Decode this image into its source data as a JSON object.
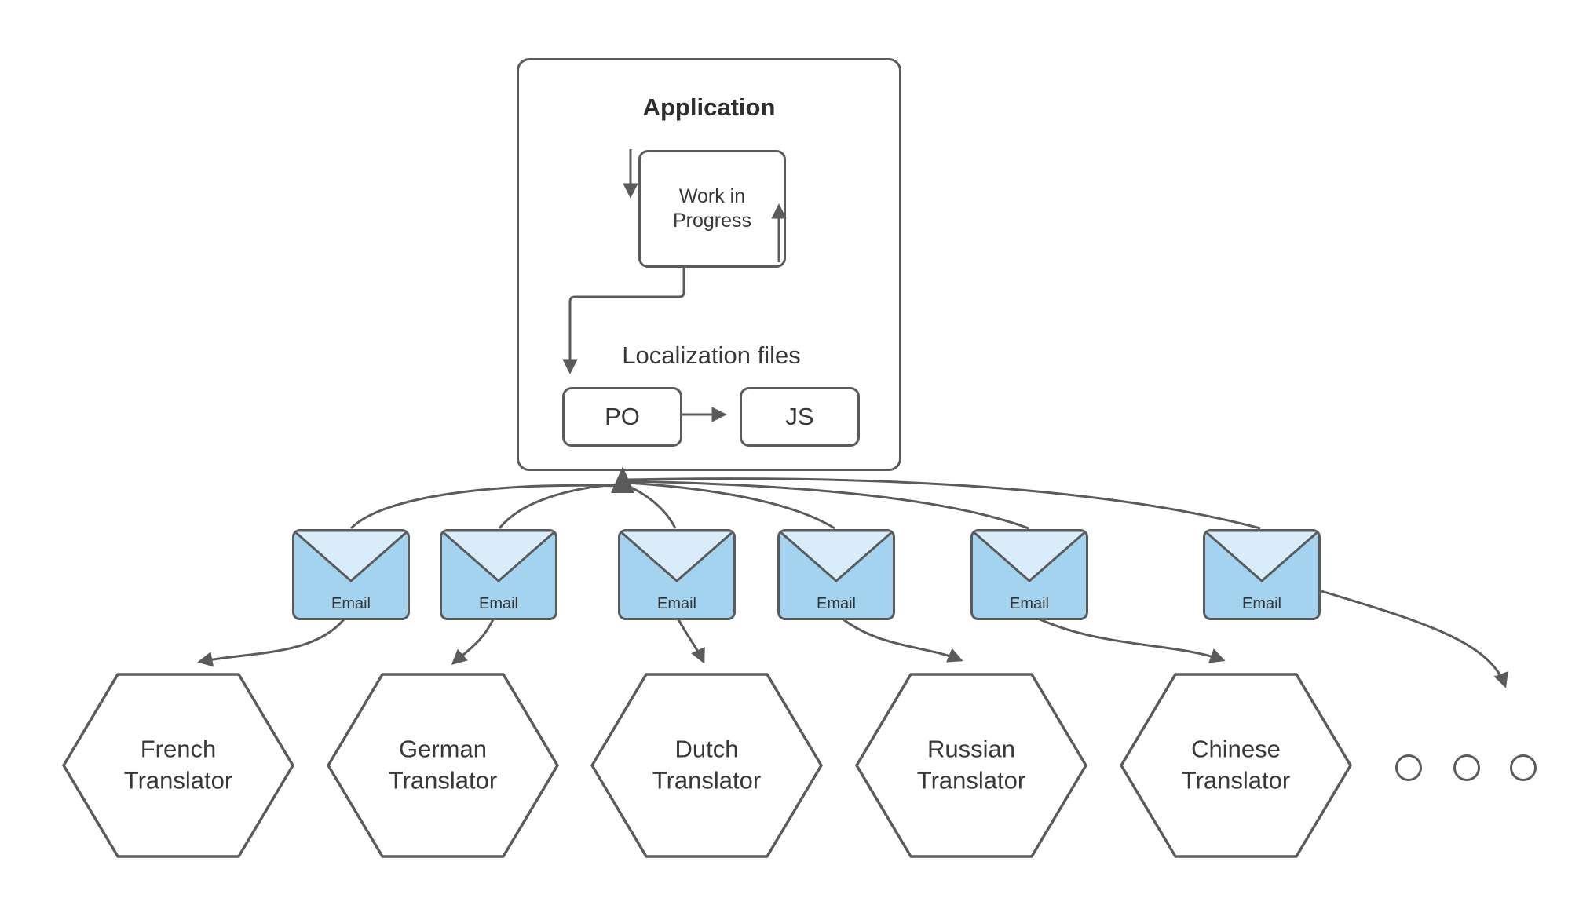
{
  "application": {
    "title": "Application",
    "wip_label": "Work in Progress",
    "localization_label": "Localization files",
    "po_label": "PO",
    "js_label": "JS"
  },
  "emails": [
    {
      "label": "Email"
    },
    {
      "label": "Email"
    },
    {
      "label": "Email"
    },
    {
      "label": "Email"
    },
    {
      "label": "Email"
    },
    {
      "label": "Email"
    }
  ],
  "translators": [
    {
      "label": "French Translator"
    },
    {
      "label": "German Translator"
    },
    {
      "label": "Dutch Translator"
    },
    {
      "label": "Russian Translator"
    },
    {
      "label": "Chinese Translator"
    }
  ],
  "ellipsis_dots": 3,
  "colors": {
    "stroke": "#5b5b5b",
    "text": "#383838",
    "email_fill": "#a4d3f0",
    "email_flap": "#d8ecfa"
  }
}
